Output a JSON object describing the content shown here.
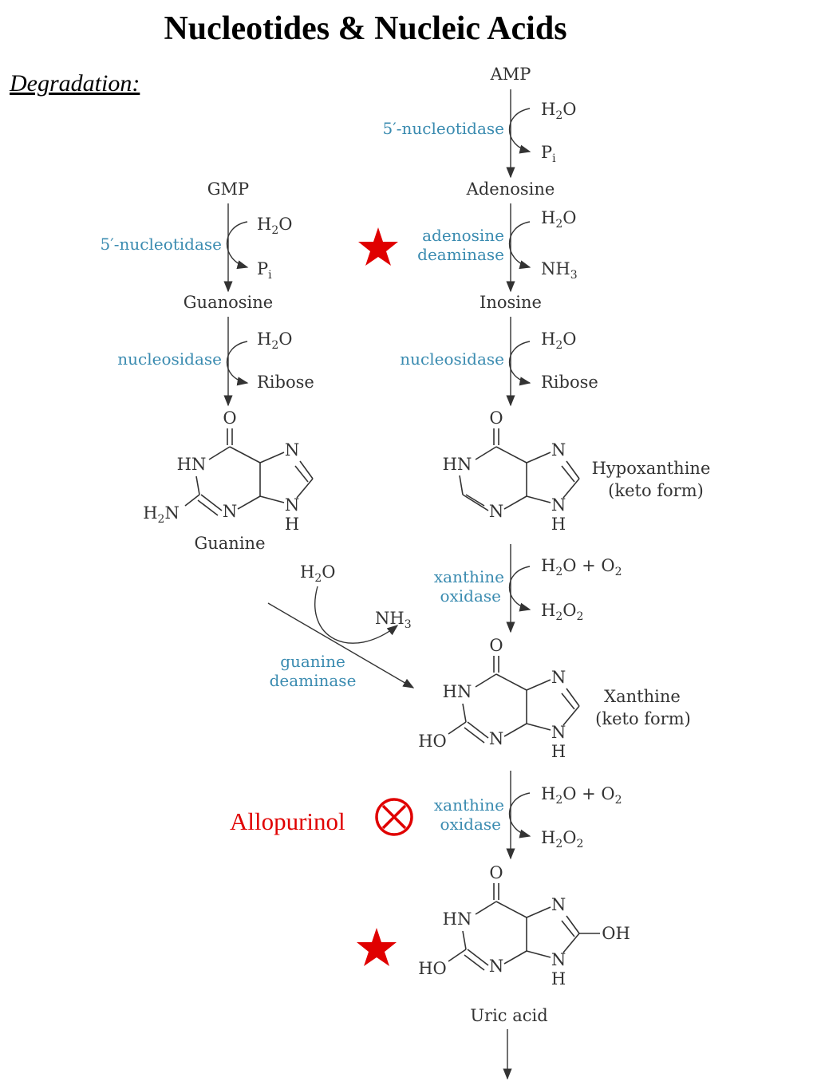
{
  "page": {
    "title": "Nucleotides & Nucleic Acids",
    "section": "Degradation:"
  },
  "right_pathway": {
    "amp": "AMP",
    "step1": {
      "enzyme": "5′-nucleotidase",
      "in": "H2O",
      "out": "Pi"
    },
    "adenosine": "Adenosine",
    "step2": {
      "enzyme_line1": "adenosine",
      "enzyme_line2": "deaminase",
      "in": "H2O",
      "out": "NH3"
    },
    "inosine": "Inosine",
    "step3": {
      "enzyme": "nucleosidase",
      "in": "H2O",
      "out": "Ribose"
    },
    "hypoxanthine_line1": "Hypoxanthine",
    "hypoxanthine_line2": "(keto form)",
    "step4": {
      "enzyme_line1": "xanthine",
      "enzyme_line2": "oxidase",
      "in": "H2O + O2",
      "out": "H2O2"
    },
    "xanthine_line1": "Xanthine",
    "xanthine_line2": "(keto form)",
    "step5": {
      "enzyme_line1": "xanthine",
      "enzyme_line2": "oxidase",
      "in": "H2O + O2",
      "out": "H2O2"
    },
    "uric_acid": "Uric acid"
  },
  "left_pathway": {
    "gmp": "GMP",
    "step1": {
      "enzyme": "5′-nucleotidase",
      "in": "H2O",
      "out": "Pi"
    },
    "guanosine": "Guanosine",
    "step2": {
      "enzyme": "nucleosidase",
      "in": "H2O",
      "out": "Ribose"
    },
    "guanine": "Guanine",
    "step3": {
      "enzyme_line1": "guanine",
      "enzyme_line2": "deaminase",
      "in": "H2O",
      "out": "NH3"
    }
  },
  "annotations": {
    "inhibitor": "Allopurinol",
    "star_symbol": "★",
    "inhibit_symbol": "⊗",
    "highlight_color": "#e00000",
    "enzyme_color": "#3a8bb0"
  },
  "atoms": {
    "O": "O",
    "N": "N",
    "HN": "HN",
    "H": "H",
    "H2N": "H2N",
    "HO": "HO",
    "OH": "OH"
  }
}
